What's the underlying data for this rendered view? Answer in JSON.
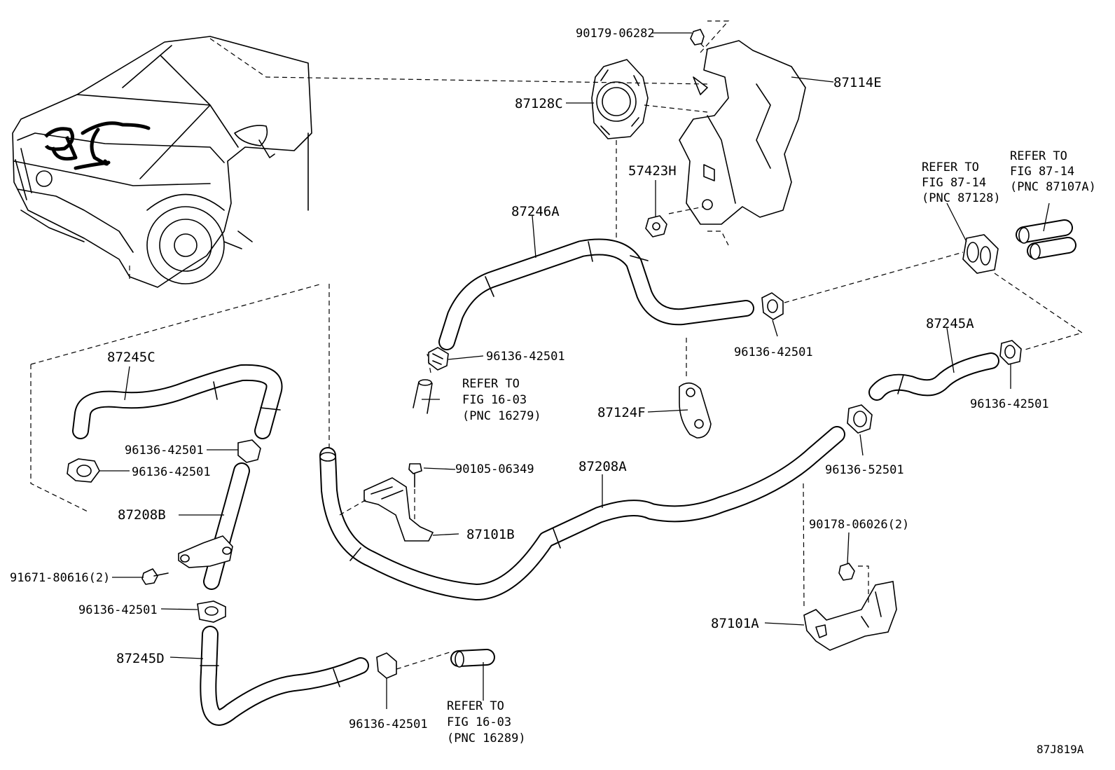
{
  "figure_code": "87J819A",
  "labels": {
    "p90179_06282": "90179-06282",
    "p87128C": "87128C",
    "p87114E": "87114E",
    "p57423H": "57423H",
    "p87246A": "87246A",
    "p96136_42501_a": "96136-42501",
    "p96136_42501_b": "96136-42501",
    "p96136_42501_c": "96136-42501",
    "p96136_42501_d": "96136-42501",
    "p96136_42501_e": "96136-42501",
    "p96136_42501_f": "96136-42501",
    "p96136_42501_g": "96136-42501",
    "p96136_52501": "96136-52501",
    "p87124F": "87124F",
    "p87245A": "87245A",
    "p87245C": "87245C",
    "p87245D": "87245D",
    "p87208A": "87208A",
    "p87208B": "87208B",
    "p90105_06349": "90105-06349",
    "p87101B": "87101B",
    "p87101A": "87101A",
    "p91671_80616": "91671-80616(2)",
    "p90178_06026": "90178-06026(2)"
  },
  "refs": {
    "fig16_03_a": [
      "REFER TO",
      "FIG 16-03",
      "(PNC 16279)"
    ],
    "fig16_03_b": [
      "REFER TO",
      "FIG 16-03",
      "(PNC 16289)"
    ],
    "fig87_14_a": [
      "REFER TO",
      "FIG 87-14",
      "(PNC 87128)"
    ],
    "fig87_14_b": [
      "REFER TO",
      "FIG 87-14",
      "(PNC 87107A)"
    ]
  }
}
